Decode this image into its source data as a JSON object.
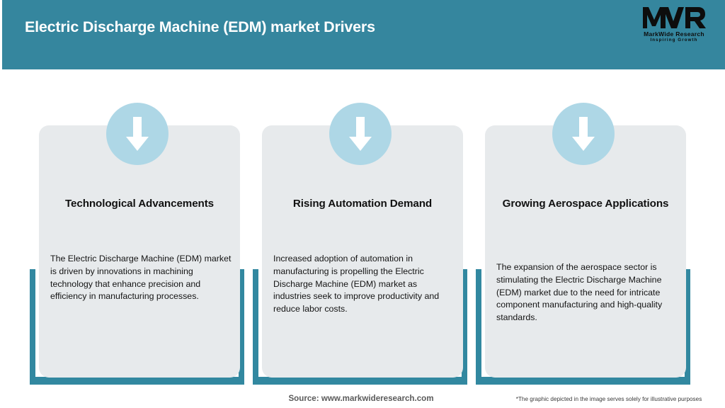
{
  "header": {
    "title": "Electric Discharge Machine (EDM) market Drivers",
    "background_color": "#35869e",
    "title_color": "#ffffff"
  },
  "logo": {
    "mark": "MWR",
    "name": "MarkWide Research",
    "tagline": "Inspiring Growth"
  },
  "theme": {
    "teal": "#3288a0",
    "card_bg": "#e7eaec",
    "circle_blue": "#aed7e6",
    "arrow_white": "#ffffff"
  },
  "cards": [
    {
      "icon": "arrow-down-icon",
      "heading": "Technological Advancements",
      "body": "The Electric Discharge Machine (EDM) market is driven by innovations in machining technology that enhance precision and efficiency in manufacturing processes."
    },
    {
      "icon": "arrow-down-icon",
      "heading": "Rising Automation Demand",
      "body": "Increased adoption of automation in manufacturing is propelling the Electric Discharge Machine (EDM) market as industries seek to improve productivity and reduce labor costs."
    },
    {
      "icon": "arrow-down-icon",
      "heading": "Growing Aerospace Applications",
      "body": "The expansion of the aerospace sector is stimulating the Electric Discharge Machine (EDM) market due to the need for intricate component manufacturing and high-quality standards."
    }
  ],
  "footer": {
    "source": "Source: www.markwideresearch.com",
    "disclaimer": "*The graphic depicted in the image serves solely for illustrative purposes"
  }
}
